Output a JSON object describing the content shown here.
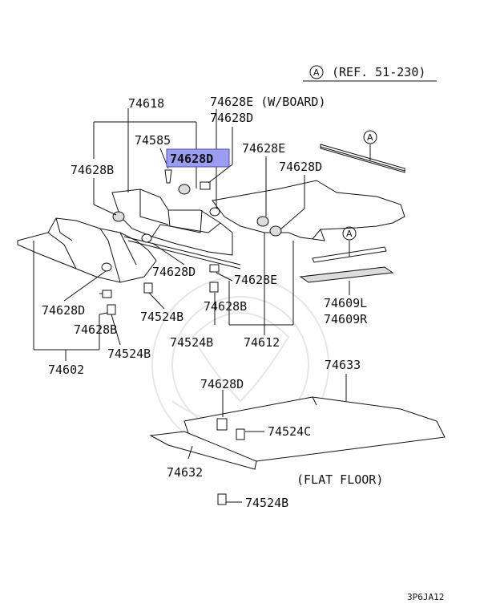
{
  "reference": {
    "circle_letter": "A",
    "text": "(REF. 51-230)"
  },
  "part_labels": {
    "p74618": "74618",
    "p74628E_wboard": "74628E (W/BOARD)",
    "p74628D_top": "74628D",
    "p74585": "74585",
    "p74628D_highlight": "74628D",
    "p74628B_left": "74628B",
    "p74628E_mid": "74628E",
    "p74628D_right": "74628D",
    "p74628D_center": "74628D",
    "p74628E_lower": "74628E",
    "p74628D_lowleft": "74628D",
    "p74524B_a": "74524B",
    "p74628B_center": "74628B",
    "p74628B_lowleft": "74628B",
    "p74524B_b": "74524B",
    "p74524B_c": "74524B",
    "p74612": "74612",
    "p74602": "74602",
    "p74609L": "74609L",
    "p74609R": "74609R",
    "p74633": "74633",
    "p74628D_floor": "74628D",
    "p74524C": "74524C",
    "p74632": "74632",
    "flat_floor": "(FLAT FLOOR)",
    "p74524B_bottom": "74524B"
  },
  "callouts": {
    "a1": "A",
    "a2": "A"
  },
  "figure_code": "3P6JA12",
  "colors": {
    "highlight_fill": "#9c9cf0",
    "highlight_border": "#4a4ab0",
    "ink": "#111111"
  }
}
